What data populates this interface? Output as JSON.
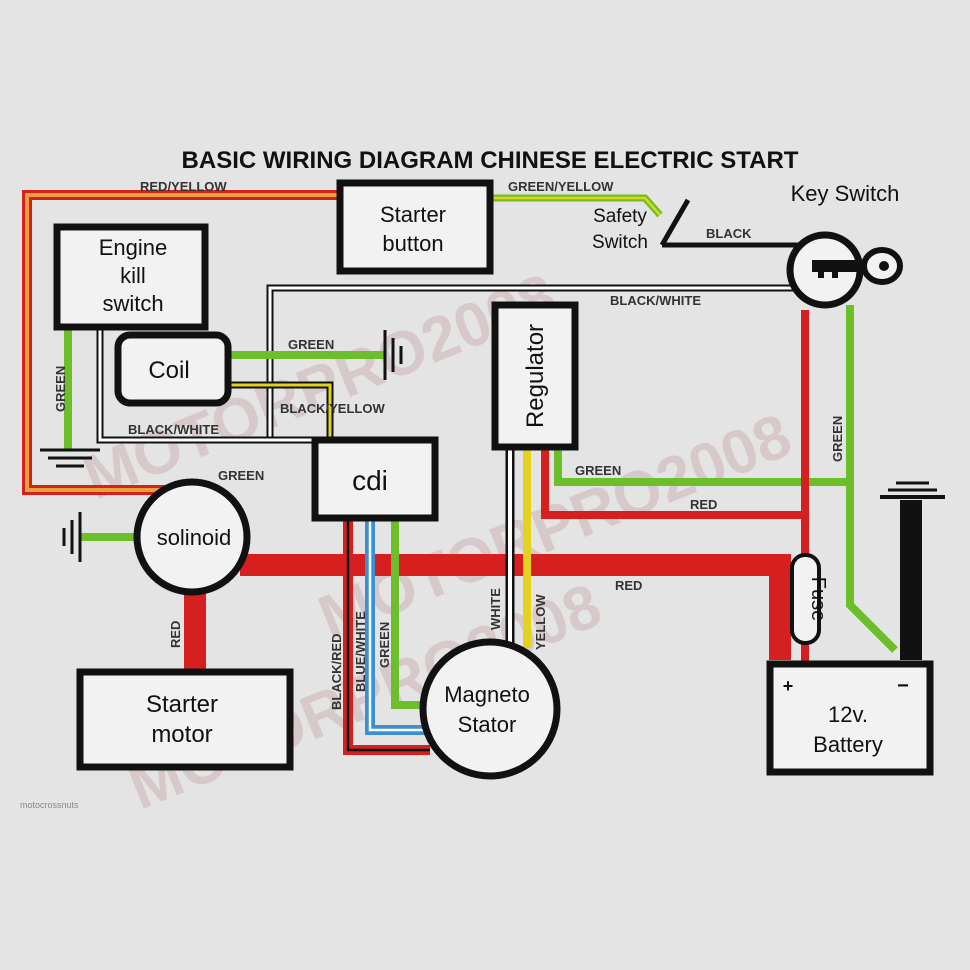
{
  "title": "BASIC WIRING DIAGRAM CHINESE ELECTRIC START",
  "components": {
    "starter_button": [
      "Starter",
      "button"
    ],
    "engine_kill_switch": [
      "Engine",
      "kill",
      "switch"
    ],
    "coil": "Coil",
    "cdi": "cdi",
    "regulator": "Regulator",
    "solinoid": "solinoid",
    "starter_motor": [
      "Starter",
      "motor"
    ],
    "magneto_stator": [
      "Magneto",
      "Stator"
    ],
    "battery": [
      "12v.",
      "Battery"
    ],
    "battery_plus": "+",
    "battery_minus": "−",
    "key_switch": "Key Switch",
    "safety_switch": [
      "Safety",
      "Switch"
    ],
    "fuse": "Fuse"
  },
  "wire_labels": {
    "red_yellow": "RED/YELLOW",
    "green_yellow": "GREEN/YELLOW",
    "black": "BLACK",
    "black_white_top": "BLACK/WHITE",
    "green_coil": "GREEN",
    "black_yellow": "BLACK/YELLOW",
    "green_kill": "GREEN",
    "black_white_left": "BLACK/WHITE",
    "green_solinoid": "GREEN",
    "green_regulator": "GREEN",
    "red_regulator": "RED",
    "green_key": "GREEN",
    "red_main": "RED",
    "red_starter": "RED",
    "black_red": "BLACK/RED",
    "blue_white": "BLUE/WHITE",
    "green_cdi": "GREEN",
    "white": "WHITE",
    "yellow": "YELLOW"
  },
  "watermark": [
    "MOTORPRO2008",
    "MOTORPRO2008",
    "MOTORPRO2008"
  ],
  "credit": "motocrossnuts",
  "colors": {
    "red": "#d62020",
    "green": "#6cbf2a",
    "yellow": "#e5d21f",
    "blue": "#3b8fd6",
    "orange": "#e8a23a",
    "black": "#111111",
    "white": "#ffffff"
  }
}
